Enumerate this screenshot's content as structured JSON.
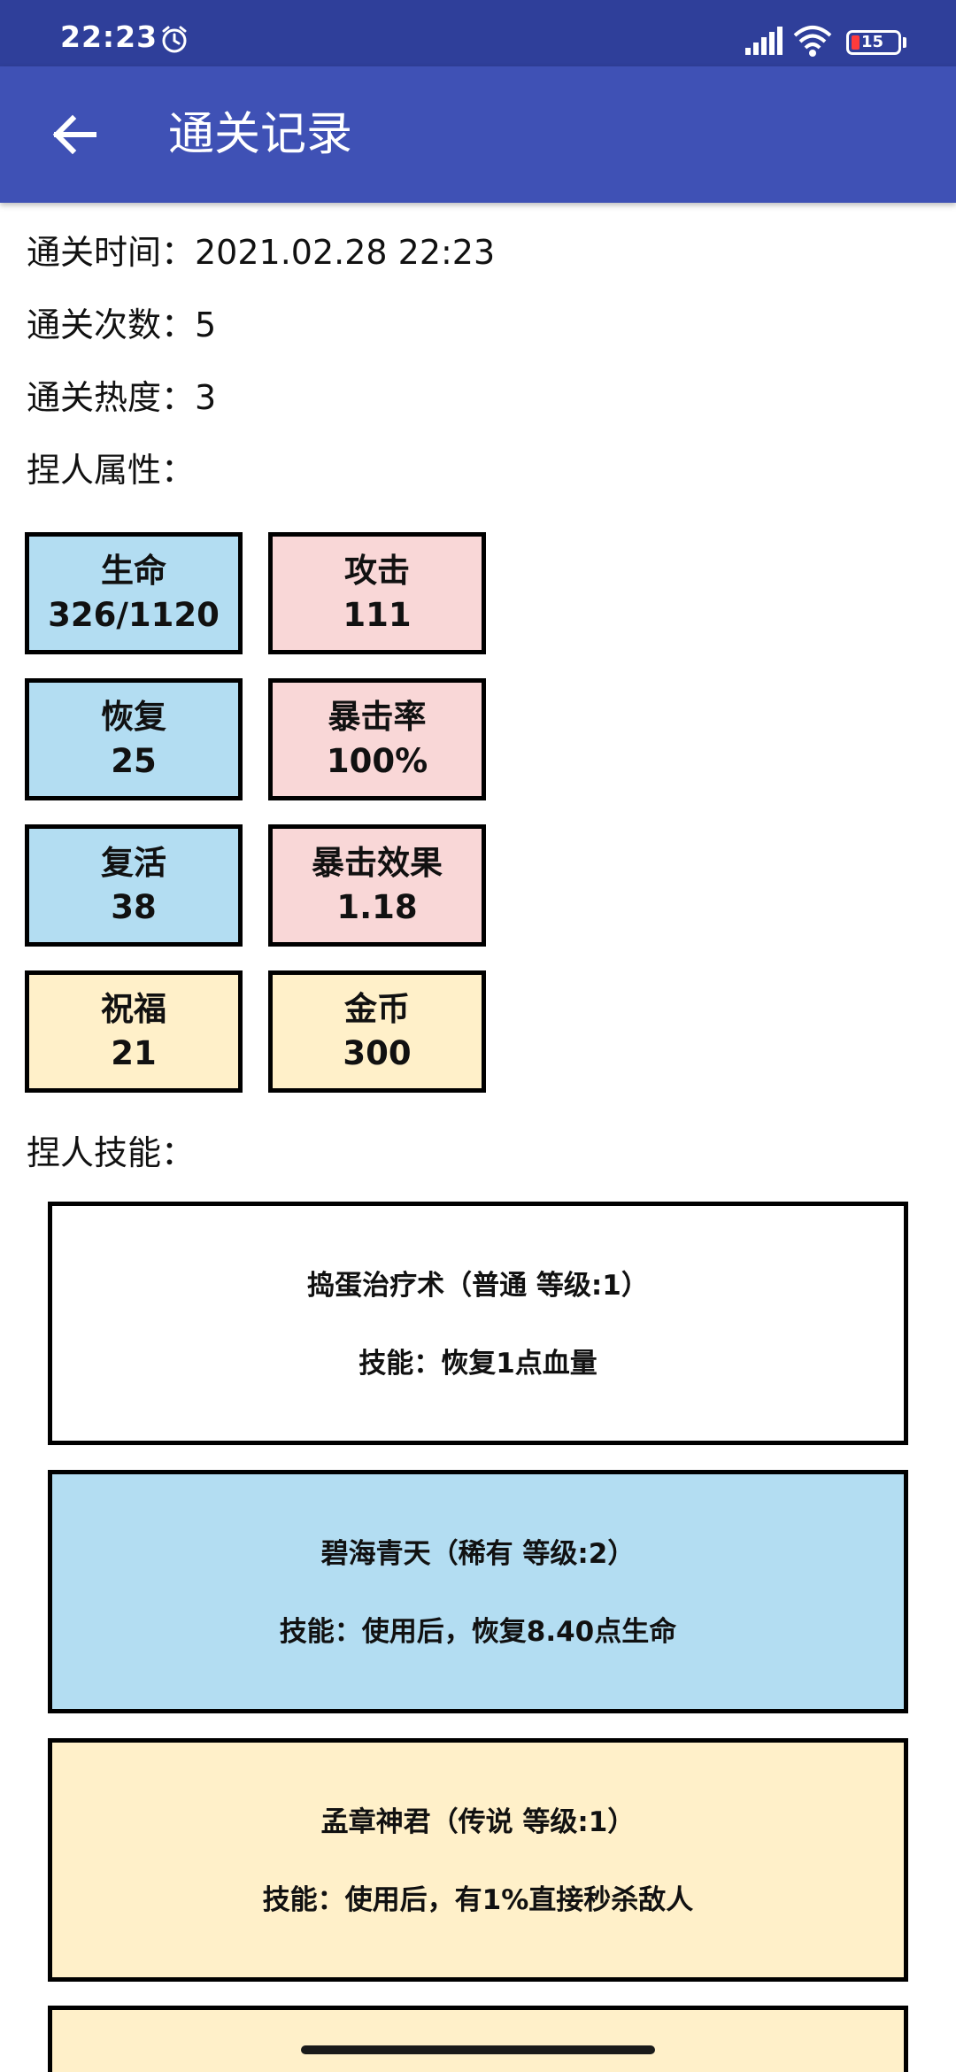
{
  "status_bar": {
    "time": "22:23",
    "battery": "15",
    "icons": [
      "alarm-icon",
      "signal-icon",
      "wifi-icon",
      "battery-icon"
    ]
  },
  "app_bar": {
    "title": "通关记录",
    "back_icon": "arrow-left-icon"
  },
  "record": {
    "time_line": "通关时间：2021.02.28 22:23",
    "count_line": "通关次数：5",
    "heat_line": "通关热度：3",
    "attrs_heading": "捏人属性：",
    "skills_heading": "捏人技能："
  },
  "stats": [
    {
      "label": "生命",
      "value": "326/1120",
      "color": "#b3ddf2"
    },
    {
      "label": "攻击",
      "value": "111",
      "color": "#f9d7d7"
    },
    {
      "label": "恢复",
      "value": "25",
      "color": "#b3ddf2"
    },
    {
      "label": "暴击率",
      "value": "100%",
      "color": "#f9d7d7"
    },
    {
      "label": "复活",
      "value": "38",
      "color": "#b3ddf2"
    },
    {
      "label": "暴击效果",
      "value": "1.18",
      "color": "#f9d7d7"
    },
    {
      "label": "祝福",
      "value": "21",
      "color": "#fff0c9"
    },
    {
      "label": "金币",
      "value": "300",
      "color": "#fff0c9"
    }
  ],
  "skills": [
    {
      "name": "捣蛋治疗术（普通 等级:1）",
      "desc": "技能：恢复1点血量",
      "color": "#ffffff"
    },
    {
      "name": "碧海青天（稀有 等级:2）",
      "desc": "技能：使用后，恢复8.40点生命",
      "color": "#b3ddf2"
    },
    {
      "name": "孟章神君（传说 等级:1）",
      "desc": "技能：使用后，有1%直接秒杀敌人",
      "color": "#fff0c9"
    }
  ]
}
